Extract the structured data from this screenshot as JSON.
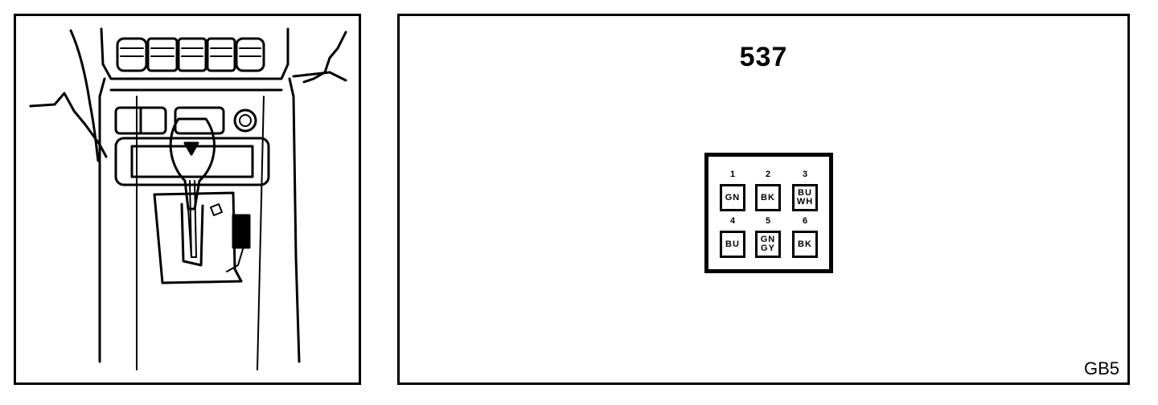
{
  "diagram": {
    "connector_number": "537",
    "page_code": "GB5",
    "pins": [
      {
        "num": "1",
        "colors": [
          "GN"
        ]
      },
      {
        "num": "2",
        "colors": [
          "BK"
        ]
      },
      {
        "num": "3",
        "colors": [
          "BU",
          "WH"
        ]
      },
      {
        "num": "4",
        "colors": [
          "BU"
        ]
      },
      {
        "num": "5",
        "colors": [
          "GN",
          "GY"
        ]
      },
      {
        "num": "6",
        "colors": [
          "BK"
        ]
      }
    ]
  }
}
